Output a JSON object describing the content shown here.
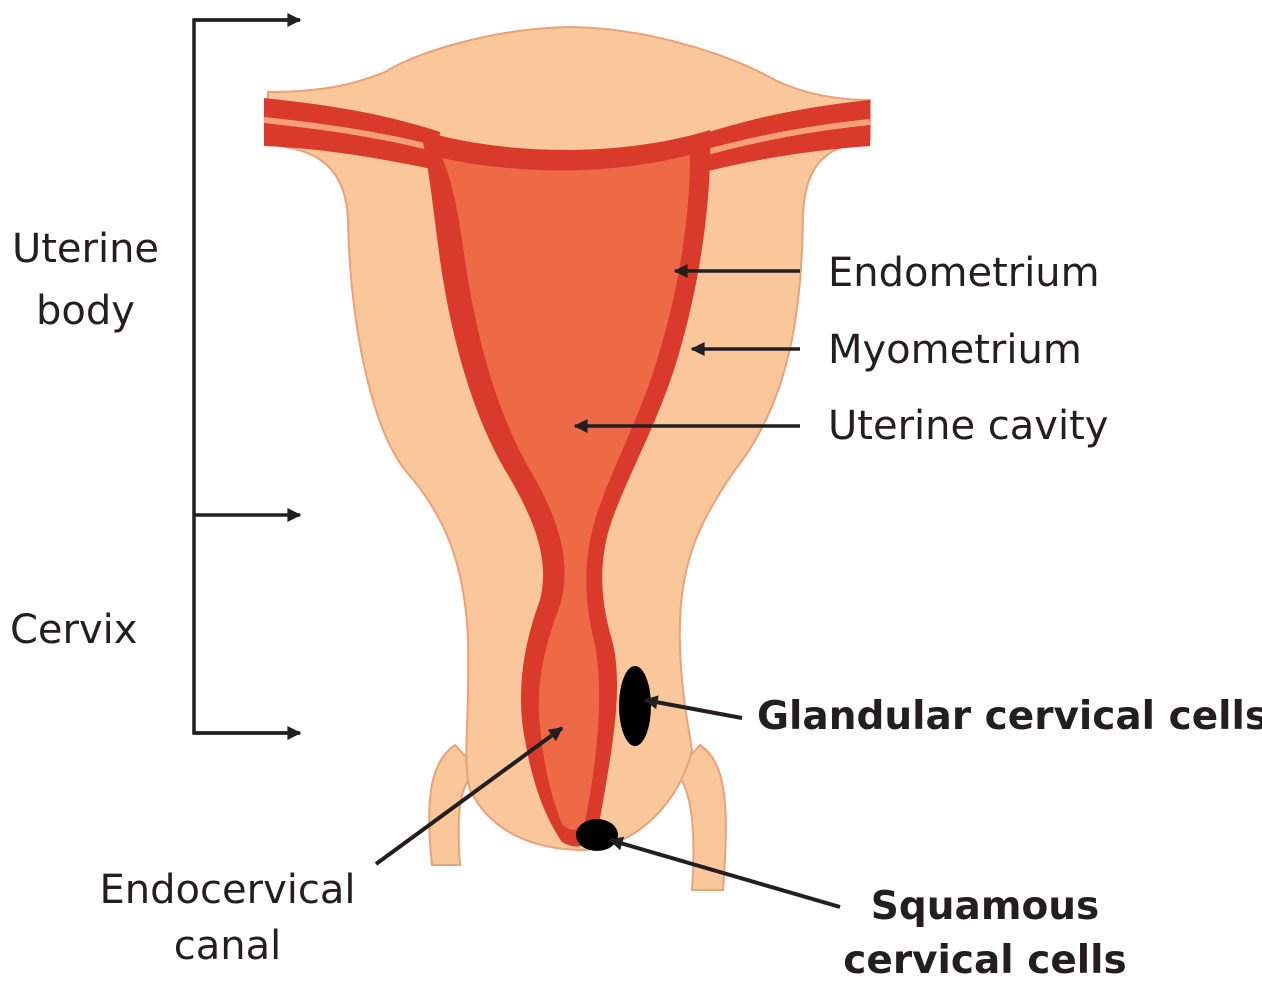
{
  "labels": {
    "uterine_body_line1": "Uterine",
    "uterine_body_line2": "body",
    "cervix": "Cervix",
    "endometrium": "Endometrium",
    "myometrium": "Myometrium",
    "uterine_cavity": "Uterine cavity",
    "glandular_cells": "Glandular cervical cells",
    "endocervical_line1": "Endocervical",
    "endocervical_line2": "canal",
    "squamous_line1": "Squamous",
    "squamous_line2": "cervical cells"
  },
  "colors": {
    "myometrium": "#f9c79a",
    "endometrium": "#d93a2c",
    "cavity": "#ee6a46",
    "outline": "#e8a27c",
    "marker": "#000000",
    "arrow": "#231f20",
    "text": "#231f20"
  }
}
